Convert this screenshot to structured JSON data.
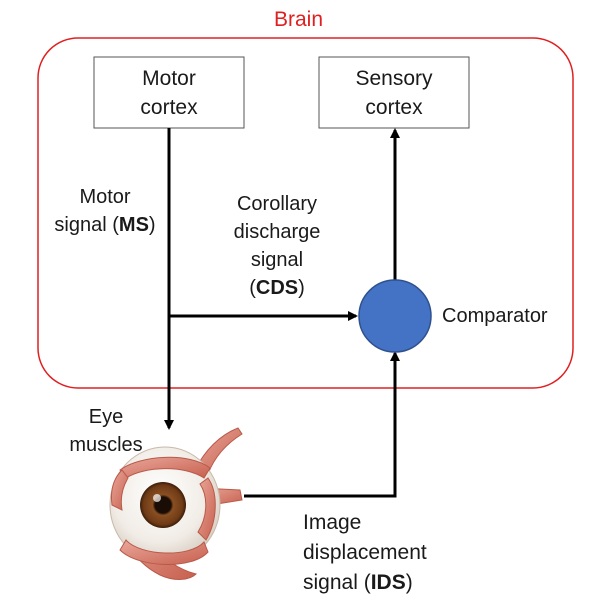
{
  "brain": {
    "label": "Brain",
    "border_color": "#e02020"
  },
  "motor_cortex": {
    "line1": "Motor",
    "line2": "cortex"
  },
  "sensory_cortex": {
    "line1": "Sensory",
    "line2": "cortex"
  },
  "motor_signal": {
    "line1": "Motor",
    "line2_prefix": "signal (",
    "abbr": "MS",
    "suffix": ")"
  },
  "cds": {
    "line1": "Corollary",
    "line2": "discharge",
    "line3": "signal",
    "prefix": "(",
    "abbr": "CDS",
    "suffix": ")"
  },
  "comparator": {
    "label": "Comparator",
    "fill": "#4472c4"
  },
  "eye_muscles": {
    "line1": "Eye",
    "line2": "muscles"
  },
  "ids": {
    "line1": "Image",
    "line2": "displacement",
    "line3_prefix": "signal (",
    "abbr": "IDS",
    "suffix": ")"
  },
  "eye_icon": "eyeball-with-muscles-icon"
}
